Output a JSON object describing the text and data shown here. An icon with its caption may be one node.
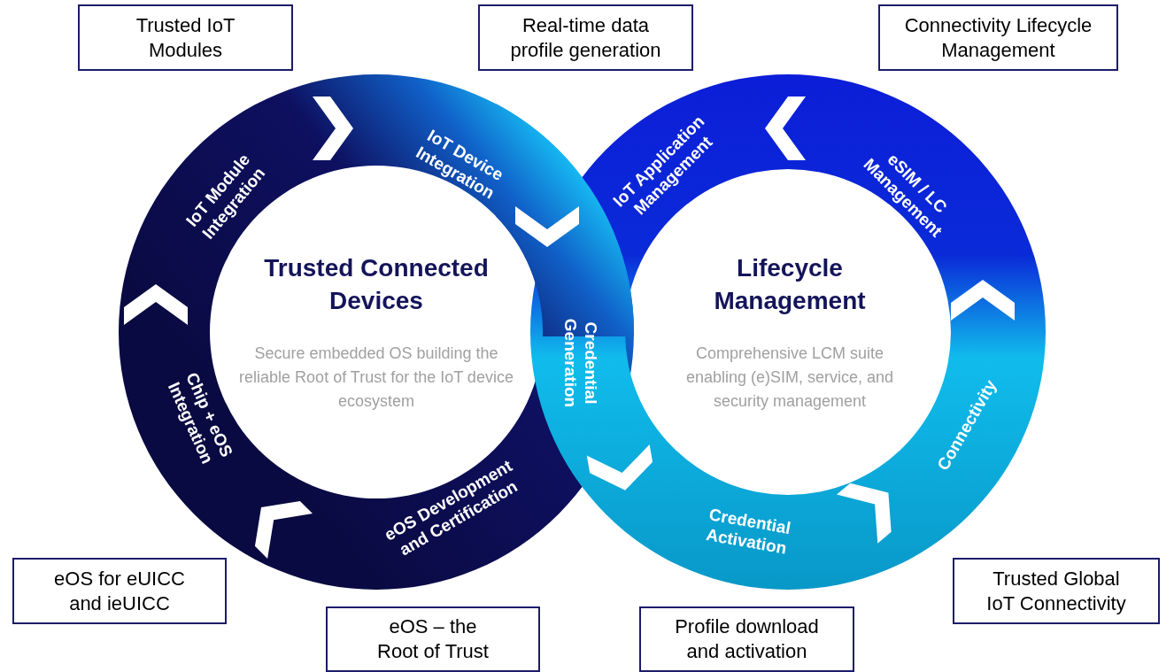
{
  "diagram": {
    "nodes": [
      {
        "text": [
          "Trusted IoT Modules"
        ]
      },
      {
        "text": [
          "Real-time data profile generation"
        ]
      },
      {
        "text": [
          "Connectivity Lifecycle Management"
        ]
      },
      {
        "text": [
          "Trusted Connected Devices",
          "Secure embedded OS building the reliable Root of Trust for the IoT device ecosystem"
        ]
      },
      {
        "text": [
          "Lifecycle Management",
          "Comprehensive LCM suite enabling (e)SIM, service, and security management"
        ]
      },
      {
        "text": [
          "eOS for eUICC and ieUICC"
        ]
      },
      {
        "text": [
          "Trusted Global IoT Connectivity"
        ]
      },
      {
        "text": [
          "eOS – the Root of Trust"
        ]
      },
      {
        "text": [
          "Profile download and activation"
        ]
      }
    ],
    "labels": [
      "IoT Module Integration",
      "IoT Device Integration",
      "IoT Application Management",
      "eSIM / LC Management",
      "Credential Generation",
      "Chip + eOS Integration",
      "Connectivity",
      "eOS Development and Certification",
      "Credential Activation"
    ]
  }
}
